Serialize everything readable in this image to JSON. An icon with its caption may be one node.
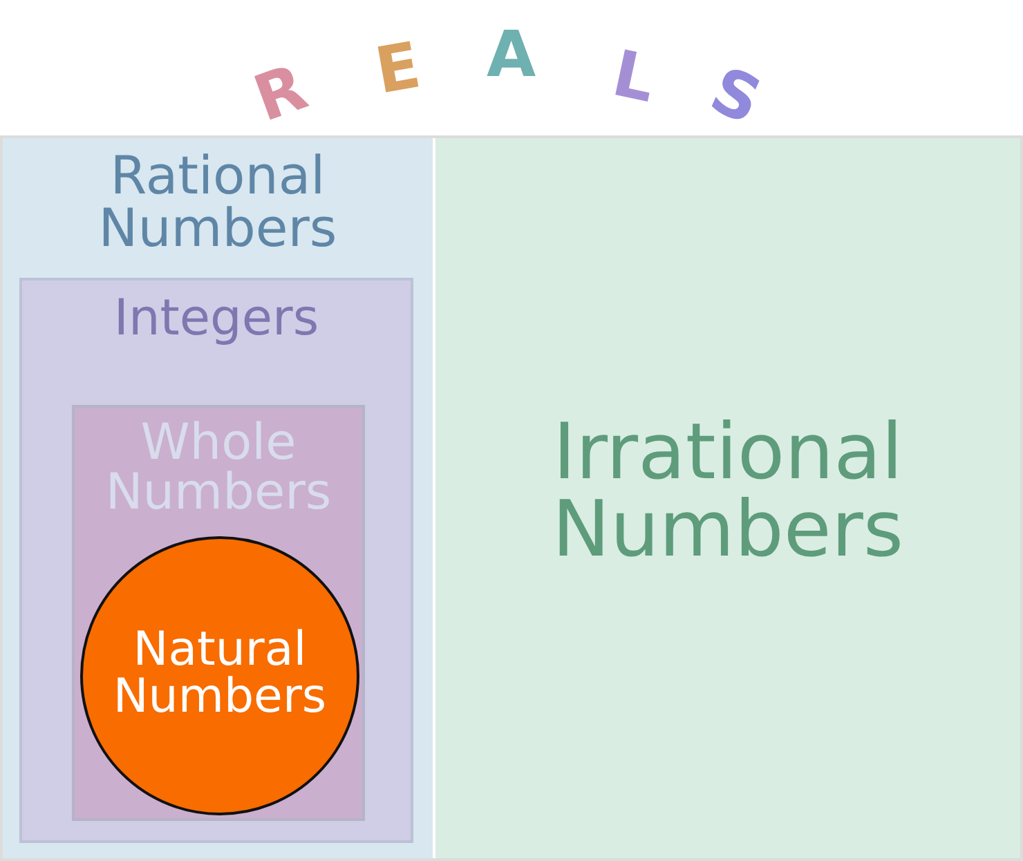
{
  "diagram": {
    "title": "R E A L S",
    "nodes": [
      {
        "text": [
          "Rational Numbers"
        ]
      },
      {
        "text": [
          "Integers"
        ],
        "in": 0
      },
      {
        "text": [
          "Whole Numbers"
        ],
        "in": 1
      },
      {
        "text": [
          "Natural Numbers"
        ],
        "in": 2
      },
      {
        "text": [
          "Irrational Numbers"
        ]
      }
    ]
  }
}
